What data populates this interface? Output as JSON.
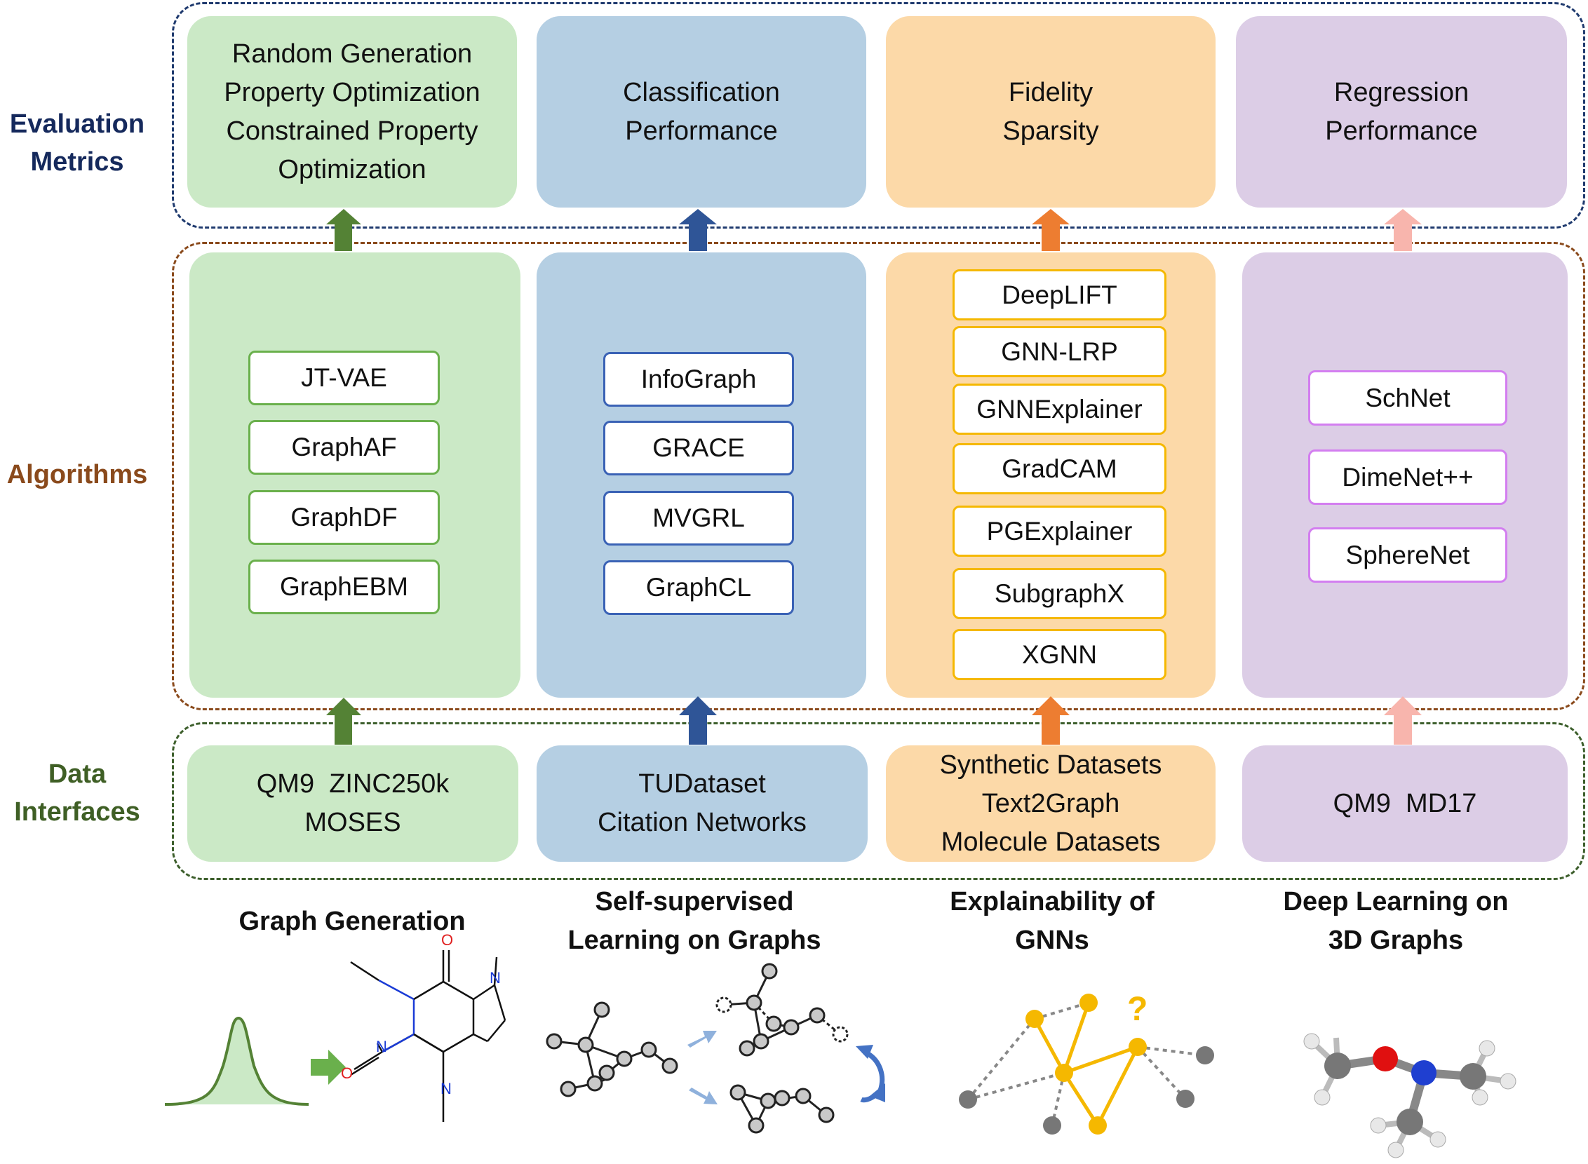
{
  "row_labels": {
    "evaluation": [
      "Evaluation",
      "Metrics"
    ],
    "algorithms": [
      "Algorithms"
    ],
    "data": [
      "Data",
      "Interfaces"
    ]
  },
  "columns": [
    {
      "title": [
        "Graph Generation"
      ],
      "metrics": [
        "Random Generation",
        "Property Optimization",
        "Constrained Property",
        "Optimization"
      ],
      "algorithms": [
        "JT-VAE",
        "GraphAF",
        "GraphDF",
        "GraphEBM"
      ],
      "data": [
        "QM9  ZINC250k",
        "MOSES"
      ]
    },
    {
      "title": [
        "Self-supervised",
        "Learning on Graphs"
      ],
      "metrics": [
        "Classification",
        "Performance"
      ],
      "algorithms": [
        "InfoGraph",
        "GRACE",
        "MVGRL",
        "GraphCL"
      ],
      "data": [
        "TUDataset",
        "Citation Networks"
      ]
    },
    {
      "title": [
        "Explainability of",
        "GNNs"
      ],
      "metrics": [
        "Fidelity",
        "Sparsity"
      ],
      "algorithms": [
        "DeepLIFT",
        "GNN-LRP",
        "GNNExplainer",
        "GradCAM",
        "PGExplainer",
        "SubgraphX",
        "XGNN"
      ],
      "data": [
        "Synthetic Datasets",
        "Text2Graph",
        "Molecule Datasets"
      ]
    },
    {
      "title": [
        "Deep Learning on",
        "3D Graphs"
      ],
      "metrics": [
        "Regression",
        "Performance"
      ],
      "algorithms": [
        "SchNet",
        "DimeNet++",
        "SphereNet"
      ],
      "data": [
        "QM9  MD17"
      ]
    }
  ],
  "molecule_labels": {
    "oxygen": "O",
    "nitrogen": "N",
    "question_mark": "?"
  },
  "colors": {
    "eval_frame": "#1f3a6e",
    "algo_frame": "#8a4a1c",
    "data_frame": "#3d5f2c",
    "label_eval": "#15295c",
    "label_algo": "#8a4a1c",
    "label_data": "#3f5f25",
    "green_panel": "#cbe9c6",
    "blue_panel": "#b5cfe3",
    "orange_panel": "#fcd9a8",
    "purple_panel": "#dccde6",
    "green_chip": "#6ab04c",
    "blue_chip": "#3a62b5",
    "orange_chip": "#f5b800",
    "purple_chip": "#d37ef0",
    "green_arrow": "#548235",
    "blue_arrow": "#2f5597",
    "orange_arrow": "#ed7d31",
    "pink_arrow": "#f8b5ad"
  }
}
